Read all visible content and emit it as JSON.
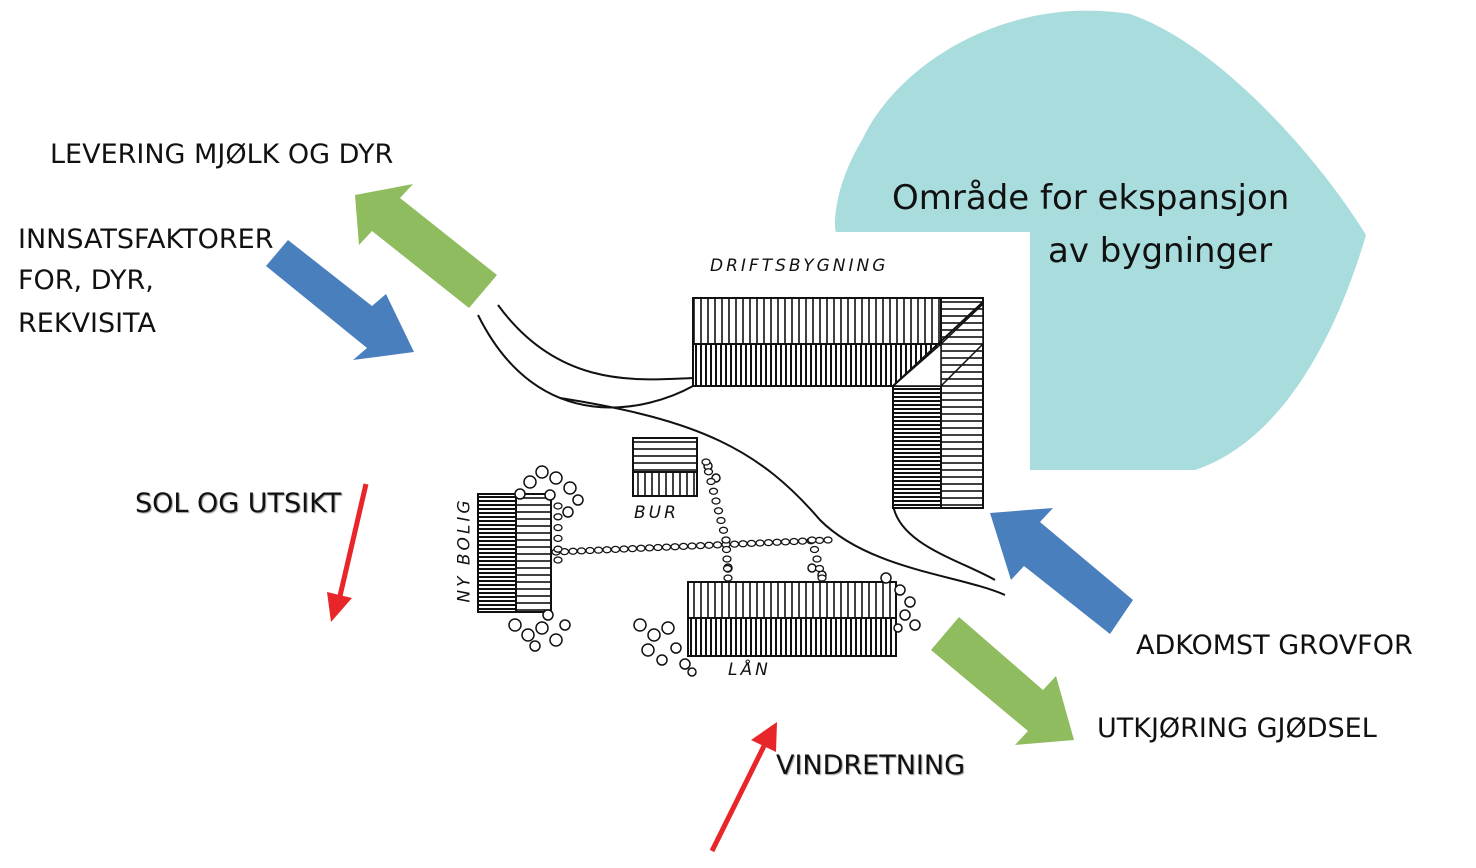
{
  "expansion": {
    "line1": "Område for ekspansjon",
    "line2": "av bygninger",
    "color": "#a9dcdd"
  },
  "labels": {
    "levering": "LEVERING  MJØLK OG DYR",
    "innsats1": "INNSATSFAKTORER",
    "innsats2": "FOR, DYR,",
    "innsats3": "REKVISITA",
    "sol": "SOL OG UTSIKT",
    "adkomst": "ADKOMST GROVFOR",
    "utkjoring": "UTKJØRING GJØDSEL",
    "vind": "VINDRETNING"
  },
  "buildings": {
    "drift": "DRIFTSBYGNING",
    "bur": "BUR",
    "bolig": "NY BOLIG",
    "laan": "LÅN"
  },
  "colors": {
    "green_arrow": "#8fbc5f",
    "blue_arrow": "#4a7fbe",
    "red_arrow": "#e8262a"
  }
}
